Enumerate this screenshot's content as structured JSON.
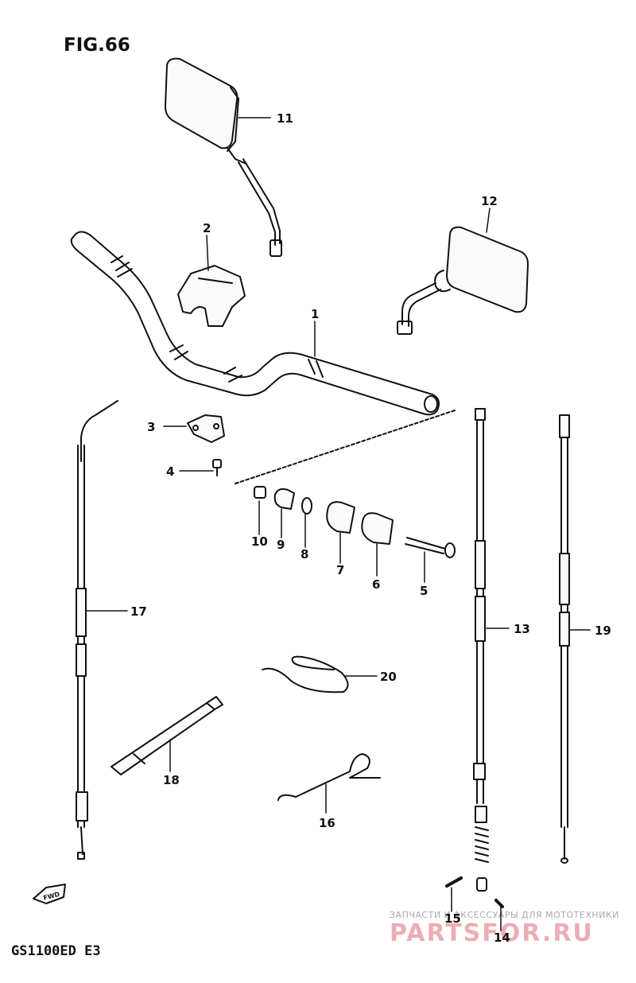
{
  "figure_title": "FIG.66",
  "model_code": "GS1100ED  E3",
  "watermark": {
    "caption": "ЗАПЧАСТИ И АКСЕССУАРЫ ДЛЯ МОТОТЕХНИКИ",
    "logo": "PARTSFOR.RU"
  },
  "direction_arrow": "FWD",
  "callouts": {
    "p1": "1",
    "p2": "2",
    "p3": "3",
    "p4": "4",
    "p5": "5",
    "p6": "6",
    "p7": "7",
    "p8": "8",
    "p9": "9",
    "p10": "10",
    "p11": "11",
    "p12": "12",
    "p13": "13",
    "p14": "14",
    "p15": "15",
    "p16": "16",
    "p17": "17",
    "p18": "18",
    "p19": "19",
    "p20": "20"
  }
}
